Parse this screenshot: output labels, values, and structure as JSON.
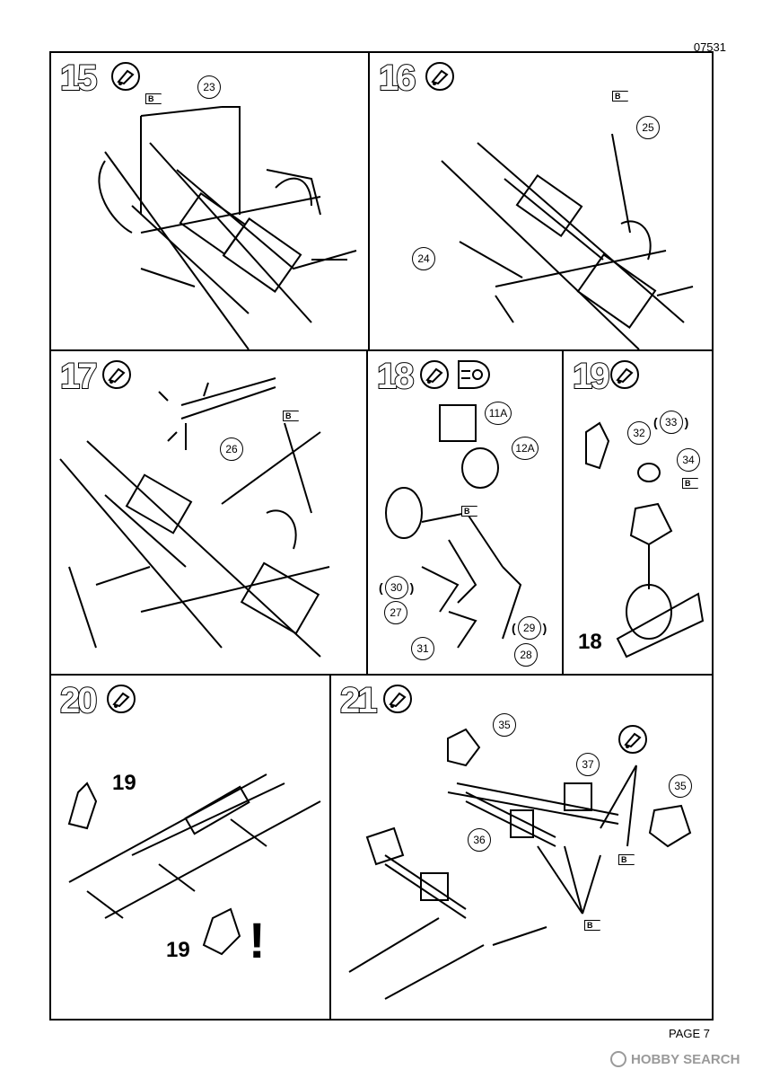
{
  "header": {
    "code": "07531"
  },
  "footer": {
    "page": "PAGE 7",
    "watermark": "HOBBY SEARCH"
  },
  "steps": {
    "s15": {
      "number": "15",
      "parts": [
        "23"
      ],
      "flag": "B"
    },
    "s16": {
      "number": "16",
      "parts": [
        "25",
        "24"
      ],
      "flag": "B"
    },
    "s17": {
      "number": "17",
      "parts": [
        "26"
      ],
      "flag": "B"
    },
    "s18": {
      "number": "18",
      "parts": [
        "11A",
        "12A",
        "30",
        "27",
        "31",
        "29",
        "28"
      ],
      "flag": "B"
    },
    "s19": {
      "number": "19",
      "parts": [
        "32",
        "33",
        "34"
      ],
      "flag": "B",
      "ref": "18"
    },
    "s20": {
      "number": "20",
      "refs": [
        "19",
        "19"
      ],
      "exclaim": "!"
    },
    "s21": {
      "number": "21",
      "parts": [
        "35",
        "37",
        "35",
        "36"
      ],
      "flag": "B"
    }
  },
  "icons": {
    "glue": "glue-tube-icon",
    "paint": "paint-roller-icon",
    "heat": "heat-tool-icon",
    "drill": "drill-icon"
  }
}
